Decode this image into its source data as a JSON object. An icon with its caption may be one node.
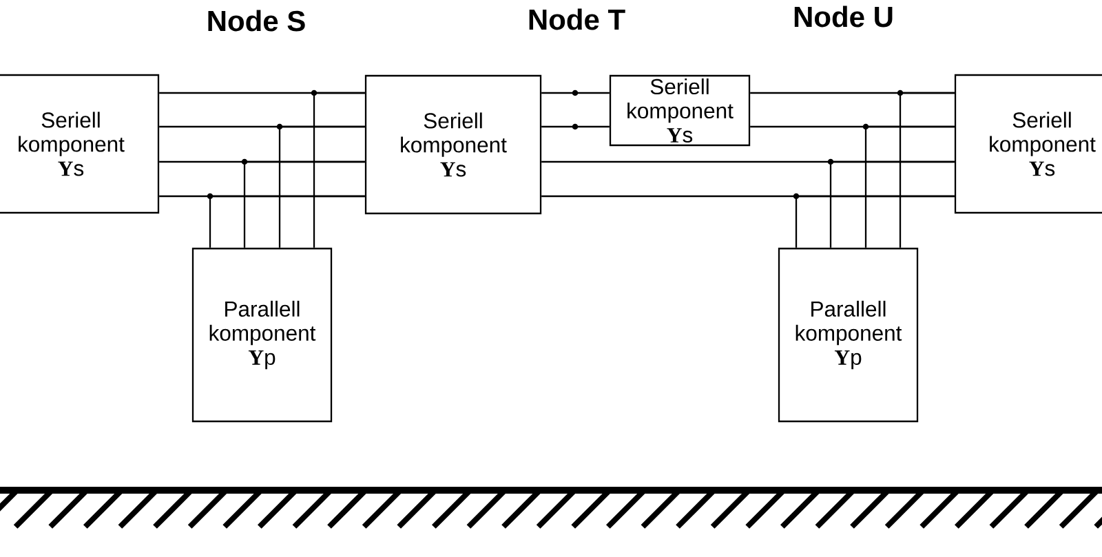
{
  "diagram": {
    "nodes": [
      {
        "text": [
          "Seriell komponent",
          "**Y**s"
        ]
      },
      {
        "text": [
          "Seriell komponent",
          "**Y**s"
        ]
      },
      {
        "text": [
          "Seriell komponent",
          "**Y**s"
        ]
      },
      {
        "text": [
          "Seriell komponent",
          "**Y**s"
        ]
      },
      {
        "text": [
          "Parallell komponent",
          "**Y**p"
        ]
      },
      {
        "text": [
          "Parallell komponent",
          "**Y**p"
        ]
      }
    ],
    "edges": [
      {
        "from": 0,
        "to": 1,
        "arrow": "none"
      },
      {
        "from": 0,
        "to": 1,
        "arrow": "none"
      },
      {
        "from": 0,
        "to": 1,
        "arrow": "none"
      },
      {
        "from": 0,
        "to": 1,
        "arrow": "none"
      },
      {
        "from": 1,
        "to": 2,
        "arrow": "none"
      },
      {
        "from": 1,
        "to": 2,
        "arrow": "none"
      },
      {
        "from": 1,
        "to": 3,
        "arrow": "none"
      },
      {
        "from": 1,
        "to": 3,
        "arrow": "none"
      },
      {
        "from": 2,
        "to": 3,
        "arrow": "none"
      },
      {
        "from": 2,
        "to": 3,
        "arrow": "none"
      },
      {
        "from": 4,
        "to": 1,
        "arrow": "none"
      },
      {
        "from": 4,
        "to": 1,
        "arrow": "none"
      },
      {
        "from": 4,
        "to": 1,
        "arrow": "none"
      },
      {
        "from": 4,
        "to": 1,
        "arrow": "none"
      },
      {
        "from": 5,
        "to": 3,
        "arrow": "none"
      },
      {
        "from": 5,
        "to": 3,
        "arrow": "none"
      },
      {
        "from": 5,
        "to": 3,
        "arrow": "none"
      },
      {
        "from": 5,
        "to": 3,
        "arrow": "none"
      }
    ],
    "labels": [
      "Node S",
      "Node T",
      "Node U"
    ]
  }
}
